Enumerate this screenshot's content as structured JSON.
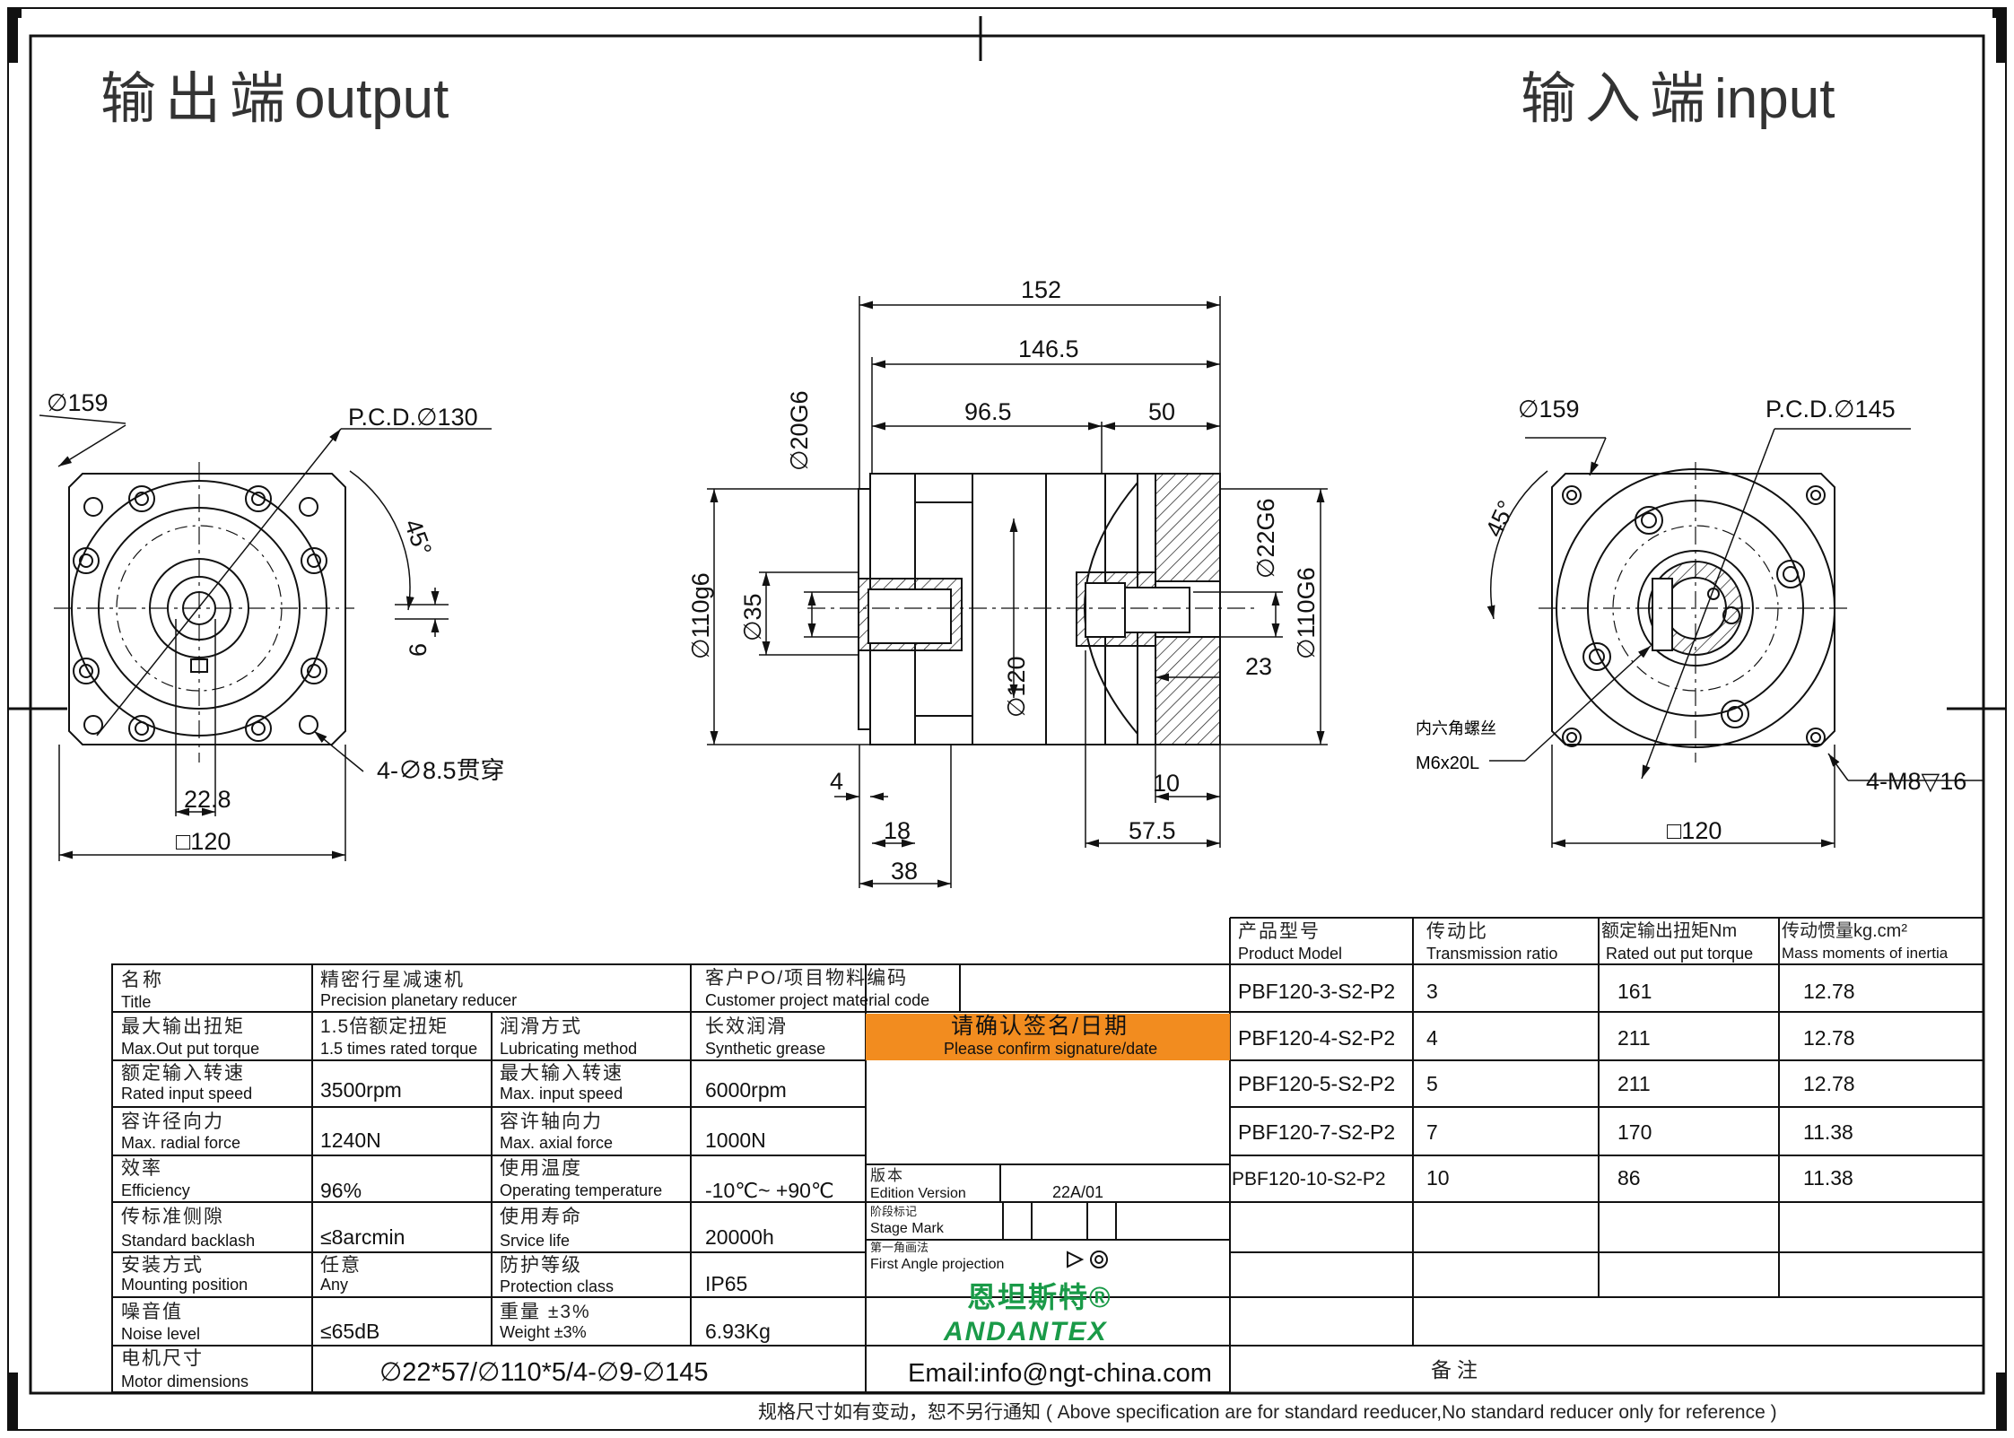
{
  "headers": {
    "output_cn": "输出端",
    "output_en": "output",
    "input_cn": "输入端",
    "input_en": "input"
  },
  "dims": {
    "d159_left": "∅159",
    "pcd130": "P.C.D.∅130",
    "angle_left": "45°",
    "six": "6",
    "holes_left": "4-∅8.5贯穿",
    "d228": "22.8",
    "sq120_left": "□120",
    "d152": "152",
    "d1465": "146.5",
    "d965": "96.5",
    "d50": "50",
    "d20": "∅20G6",
    "d110_left": "∅110g6",
    "d35": "∅35",
    "d120": "∅120",
    "d22": "∅22G6",
    "d110_right": "∅110G6",
    "d23": "23",
    "d4": "4",
    "d18": "18",
    "d38": "38",
    "d10": "10",
    "d575": "57.5",
    "d159_right": "∅159",
    "pcd145": "P.C.D.∅145",
    "angle_right": "45°",
    "screw_cn": "内六角螺丝",
    "screw_en": "M6x20L",
    "holes_right": "4-M8▽16",
    "sq120_right": "□120"
  },
  "spec": {
    "title_cn": "名称",
    "title_en": "Title",
    "name_cn": "精密行星减速机",
    "name_en": "Precision planetary reducer",
    "po_cn": "客户PO/项目物料编码",
    "po_en": "Customer project material code",
    "maxout_cn": "最大输出扭矩",
    "maxout_en": "Max.Out put torque",
    "maxout_val_cn": "1.5倍额定扭矩",
    "maxout_val_en": "1.5 times rated torque",
    "lub_cn": "润滑方式",
    "lub_en": "Lubricating method",
    "lub_val_cn": "长效润滑",
    "lub_val_en": "Synthetic grease",
    "confirm_cn": "请确认签名/日期",
    "confirm_en": "Please confirm signature/date",
    "rin_cn": "额定输入转速",
    "rin_en": "Rated input speed",
    "rin_val": "3500rpm",
    "maxin_cn": "最大输入转速",
    "maxin_en": "Max. input speed",
    "maxin_val": "6000rpm",
    "radial_cn": "容许径向力",
    "radial_en": "Max. radial force",
    "radial_val": "1240N",
    "axial_cn": "容许轴向力",
    "axial_en": "Max. axial force",
    "axial_val": "1000N",
    "eff_cn": "效率",
    "eff_en": "Efficiency",
    "eff_val": "96%",
    "temp_cn": "使用温度",
    "temp_en": "Operating temperature",
    "temp_val": "-10℃~ +90℃",
    "back_cn": "传标准侧隙",
    "back_en": "Standard backlash",
    "back_val": "≤8arcmin",
    "life_cn": "使用寿命",
    "life_en": "Srvice life",
    "life_val": "20000h",
    "mount_cn": "安装方式",
    "mount_en": "Mounting position",
    "mount_val_cn": "任意",
    "mount_val_en": "Any",
    "prot_cn": "防护等级",
    "prot_en": "Protection class",
    "prot_val": "IP65",
    "noise_cn": "噪音值",
    "noise_en": "Noise level",
    "noise_val": "≤65dB",
    "weight_cn": "重量 ±3%",
    "weight_en": "Weight ±3%",
    "weight_val": "6.93Kg",
    "motor_cn": "电机尺寸",
    "motor_en": "Motor dimensions",
    "motor_val": "∅22*57/∅110*5/4-∅9-∅145",
    "edition_cn": "版本",
    "edition_en": "Edition Version",
    "edition_val": "22A/01",
    "stage_cn": "阶段标记",
    "stage_en": "Stage Mark",
    "proj_cn": "第一角画法",
    "proj_en": "First Angle projection",
    "brand_cn": "恩坦斯特®",
    "brand_en": "ANDANTEX",
    "email": "Email:info@ngt-china.com",
    "remark_cn": "备注"
  },
  "models": {
    "headers": [
      {
        "cn": "产品型号",
        "en": "Product Model"
      },
      {
        "cn": "传动比",
        "en": "Transmission ratio"
      },
      {
        "cn": "额定输出扭矩Nm",
        "en": "Rated out put torque"
      },
      {
        "cn": "传动惯量kg.cm²",
        "en": "Mass moments of inertia"
      }
    ],
    "rows": [
      [
        "PBF120-3-S2-P2",
        "3",
        "161",
        "12.78"
      ],
      [
        "PBF120-4-S2-P2",
        "4",
        "211",
        "12.78"
      ],
      [
        "PBF120-5-S2-P2",
        "5",
        "211",
        "12.78"
      ],
      [
        "PBF120-7-S2-P2",
        "7",
        "170",
        "11.38"
      ],
      [
        "PBF120-10-S2-P2",
        "10",
        "86",
        "11.38"
      ]
    ]
  },
  "footer": "规格尺寸如有变动，恕不另行通知 ( Above specification are for standard reeducer,No standard reducer only for reference )",
  "colors": {
    "confirm_bg": "#f28c1f",
    "brand": "#1a9a48"
  }
}
